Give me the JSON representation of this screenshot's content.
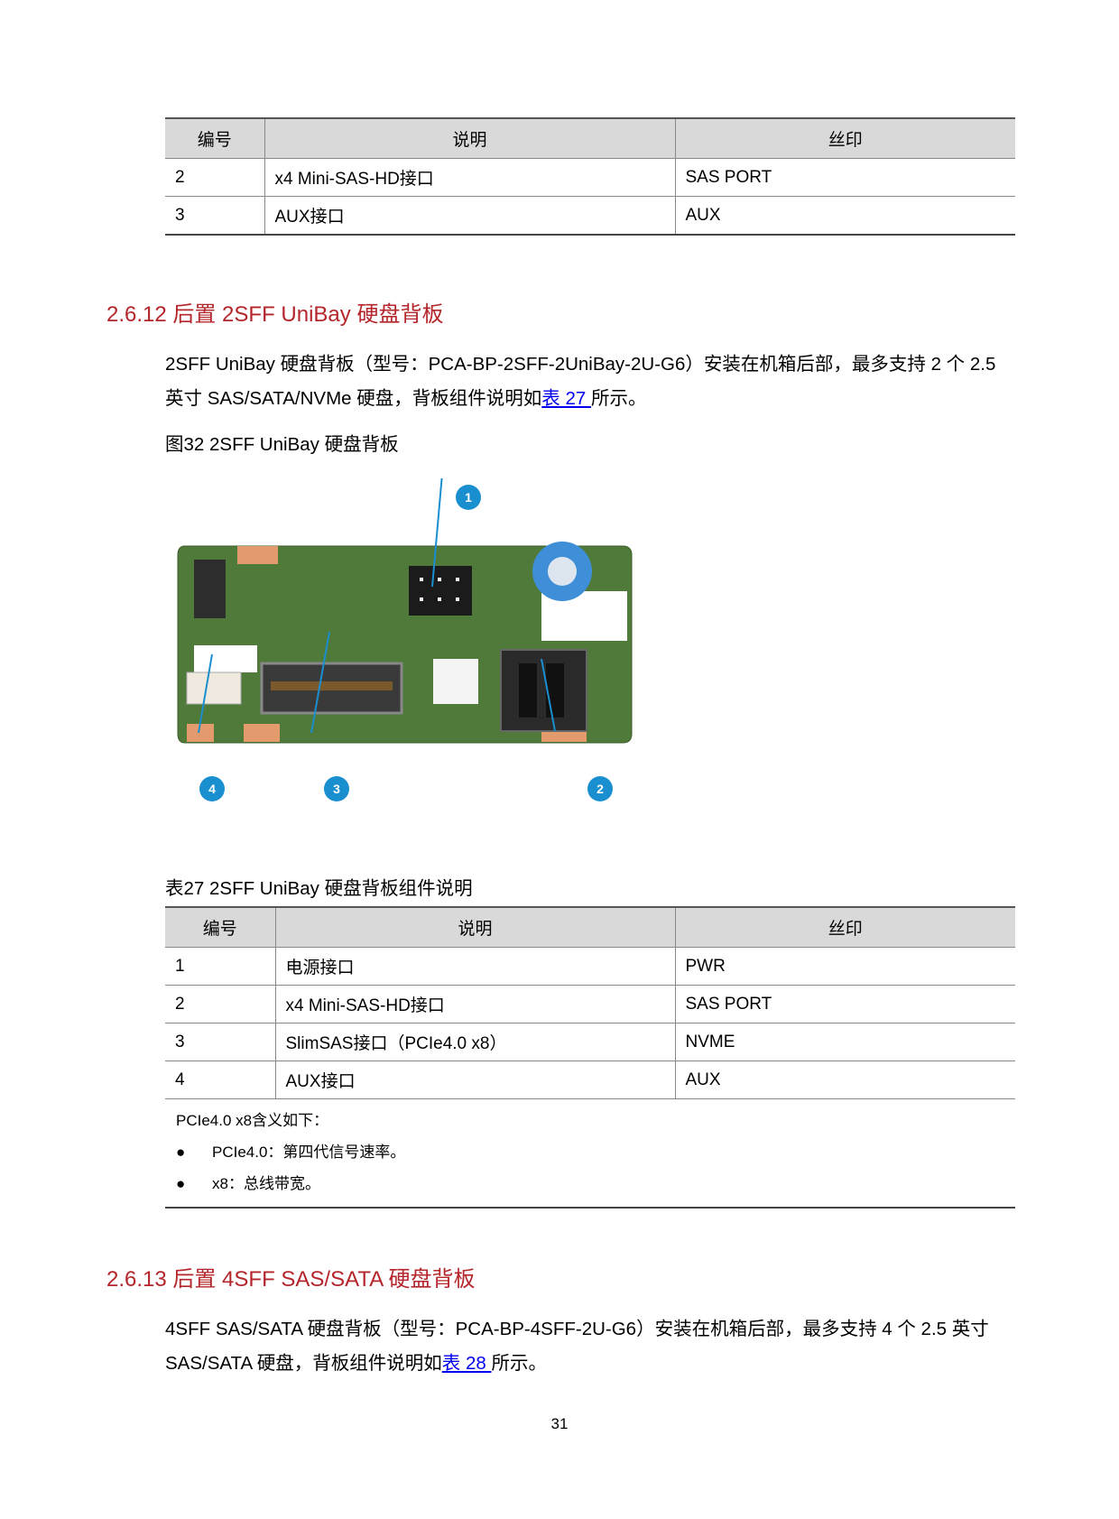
{
  "table_prev": {
    "headers": [
      "编号",
      "说明",
      "丝印"
    ],
    "rows": [
      [
        "2",
        "x4 Mini-SAS-HD接口",
        "SAS PORT"
      ],
      [
        "3",
        "AUX接口",
        "AUX"
      ]
    ]
  },
  "section_2612": {
    "heading": "2.6.12  后置 2SFF UniBay 硬盘背板",
    "para_before": "2SFF UniBay 硬盘背板（型号：PCA-BP-2SFF-2UniBay-2U-G6）安装在机箱后部，最多支持 2 个 2.5 英寸 SAS/SATA/NVMe 硬盘，背板组件说明如",
    "para_link": "表 27 ",
    "para_after": "所示。",
    "figure_caption": "图32 2SFF UniBay 硬盘背板",
    "callouts": [
      "1",
      "2",
      "3",
      "4"
    ],
    "table_caption": "表27 2SFF UniBay 硬盘背板组件说明",
    "table": {
      "headers": [
        "编号",
        "说明",
        "丝印"
      ],
      "rows": [
        [
          "1",
          "电源接口",
          "PWR"
        ],
        [
          "2",
          "x4 Mini-SAS-HD接口",
          "SAS PORT"
        ],
        [
          "3",
          "SlimSAS接口（PCIe4.0 x8）",
          "NVME"
        ],
        [
          "4",
          "AUX接口",
          "AUX"
        ]
      ],
      "note_title": "PCIe4.0 x8含义如下：",
      "note_bullets": [
        "PCIe4.0：第四代信号速率。",
        "x8：总线带宽。"
      ]
    }
  },
  "section_2613": {
    "heading": "2.6.13  后置 4SFF SAS/SATA 硬盘背板",
    "para_before": "4SFF SAS/SATA 硬盘背板（型号：PCA-BP-4SFF-2U-G6）安装在机箱后部，最多支持 4 个 2.5 英寸 SAS/SATA 硬盘，背板组件说明如",
    "para_link": "表 28 ",
    "para_after": "所示。"
  },
  "page_number": "31",
  "colors": {
    "heading": "#b4262b",
    "link": "#0000ee",
    "callout": "#1a8fd0",
    "pcb": "#4f7a3a"
  }
}
